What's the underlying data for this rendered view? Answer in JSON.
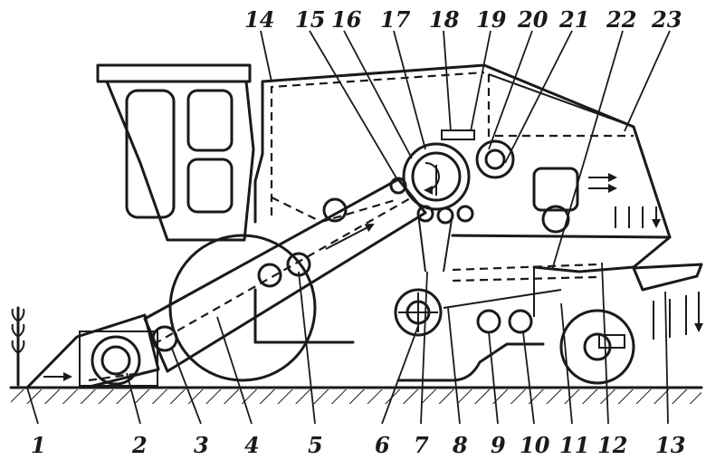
{
  "diagram": {
    "labels_bottom": [
      "1",
      "2",
      "3",
      "4",
      "5",
      "6",
      "7",
      "8",
      "9",
      "10",
      "11",
      "12",
      "13"
    ],
    "labels_top": [
      "14",
      "15",
      "16",
      "17",
      "18",
      "19",
      "20",
      "21",
      "22",
      "23"
    ]
  },
  "colors": {
    "ink": "#1a1a1a",
    "background": "#ffffff"
  }
}
